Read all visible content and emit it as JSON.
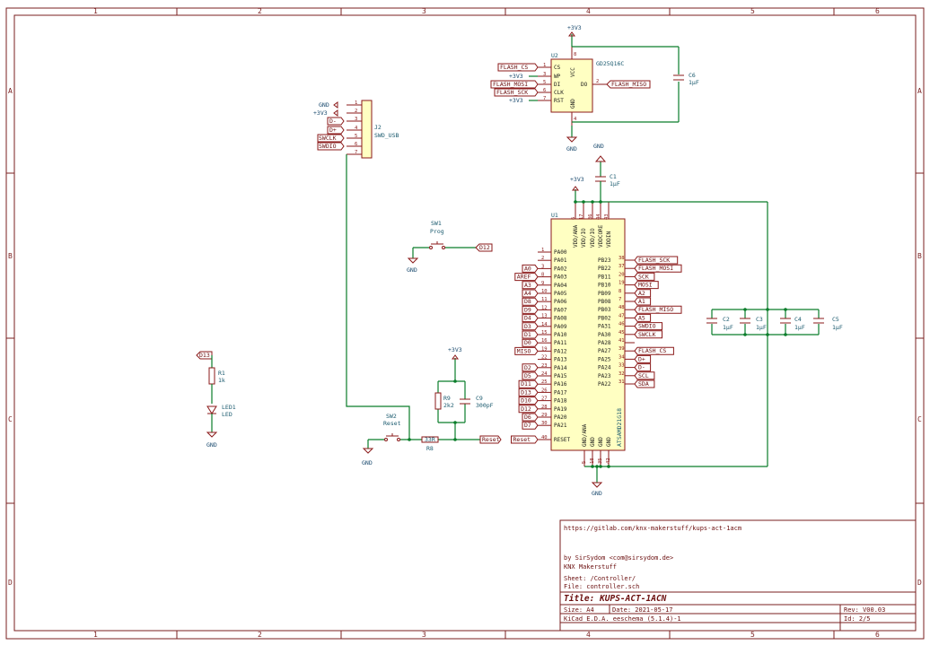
{
  "border": {
    "columns": [
      "1",
      "2",
      "3",
      "4",
      "5",
      "6"
    ],
    "rows": [
      "A",
      "B",
      "C",
      "D"
    ]
  },
  "title_block": {
    "url": "https://gitlab.com/knx-makerstuff/kups-act-1acm",
    "author": "by SirSydom <com@sirsydom.de>",
    "org": "KNX Makerstuff",
    "sheet": "Sheet: /Controller/",
    "file": "File: controller.sch",
    "title": "Title: KUPS-ACT-1ACN",
    "size": "Size: A4",
    "date": "Date: 2021-05-17",
    "rev": "Rev: V00.03",
    "tool": "KiCad E.D.A.  eeschema (5.1.4)-1",
    "id": "Id: 2/5"
  },
  "u2": {
    "ref": "U2",
    "value": "GD25Q16C",
    "pins_left": [
      {
        "num": "1",
        "name": "CS",
        "net": "FLASH_CS"
      },
      {
        "num": "3",
        "name": "WP",
        "net": "+3V3"
      },
      {
        "num": "5",
        "name": "DI",
        "net": "FLASH_MOSI"
      },
      {
        "num": "6",
        "name": "CLK",
        "net": "FLASH_SCK"
      },
      {
        "num": "7",
        "name": "RST",
        "net": "+3V3"
      }
    ],
    "pin_vcc": {
      "num": "8",
      "name": "VCC"
    },
    "pin_do": {
      "num": "2",
      "name": "DO",
      "net": "FLASH_MISO"
    },
    "pin_gnd": {
      "num": "4",
      "name": "GND"
    }
  },
  "c6": {
    "ref": "C6",
    "value": "1µF"
  },
  "c1": {
    "ref": "C1",
    "value": "1µF"
  },
  "c2": {
    "ref": "C2",
    "value": "1µF"
  },
  "c3": {
    "ref": "C3",
    "value": "1µF"
  },
  "c4": {
    "ref": "C4",
    "value": "1µF"
  },
  "c5": {
    "ref": "C5",
    "value": "1µF"
  },
  "c9": {
    "ref": "C9",
    "value": "300pF"
  },
  "r9": {
    "ref": "R9",
    "value": "2k2"
  },
  "r8": {
    "ref": "R8",
    "value": "33R"
  },
  "r1": {
    "ref": "R1",
    "value": "1k"
  },
  "led1": {
    "ref": "LED1",
    "value": "LED",
    "net": "D13"
  },
  "sw1": {
    "ref": "SW1",
    "value": "Prog",
    "net": "D12"
  },
  "sw2": {
    "ref": "SW2",
    "value": "Reset"
  },
  "j2": {
    "ref": "J2",
    "value": "SWD_USB",
    "pins": [
      {
        "num": "1",
        "net": "GND"
      },
      {
        "num": "2",
        "net": "+3V3"
      },
      {
        "num": "3",
        "net": "D-"
      },
      {
        "num": "4",
        "net": "D+"
      },
      {
        "num": "5",
        "net": "SWCLK"
      },
      {
        "num": "6",
        "net": "SWDIO"
      },
      {
        "num": "7",
        "net": ""
      }
    ]
  },
  "power": {
    "vcc": "+3V3",
    "gnd": "GND"
  },
  "reset_label": "Reset",
  "u1": {
    "ref": "U1",
    "value": "ATSAMD21G18",
    "top_pins": [
      {
        "num": "6",
        "name": "VDD/ANA"
      },
      {
        "num": "17",
        "name": "VDD/IO"
      },
      {
        "num": "36",
        "name": "VDD/IO"
      },
      {
        "num": "44",
        "name": "VDDCORE"
      },
      {
        "num": "43",
        "name": "VDDIN"
      }
    ],
    "bottom_pins": [
      {
        "num": "5",
        "name": "GND/ANA"
      },
      {
        "num": "18",
        "name": "GND"
      },
      {
        "num": "35",
        "name": "GND"
      },
      {
        "num": "42",
        "name": "GND"
      }
    ],
    "left_pins": [
      {
        "num": "1",
        "name": "PA00",
        "net": ""
      },
      {
        "num": "2",
        "name": "PA01",
        "net": ""
      },
      {
        "num": "3",
        "name": "PA02",
        "net": "A0"
      },
      {
        "num": "8",
        "name": "PA03",
        "net": "AREF"
      },
      {
        "num": "9",
        "name": "PA04",
        "net": "A3"
      },
      {
        "num": "10",
        "name": "PA05",
        "net": "A4"
      },
      {
        "num": "11",
        "name": "PA06",
        "net": "D8"
      },
      {
        "num": "12",
        "name": "PA07",
        "net": "D9"
      },
      {
        "num": "13",
        "name": "PA08",
        "net": "D4"
      },
      {
        "num": "14",
        "name": "PA09",
        "net": "D3"
      },
      {
        "num": "15",
        "name": "PA10",
        "net": "D1"
      },
      {
        "num": "16",
        "name": "PA11",
        "net": "D0"
      },
      {
        "num": "19",
        "name": "PA12",
        "net": "MISO"
      },
      {
        "num": "22",
        "name": "PA13",
        "net": ""
      },
      {
        "num": "23",
        "name": "PA14",
        "net": "D2"
      },
      {
        "num": "24",
        "name": "PA15",
        "net": "D5"
      },
      {
        "num": "25",
        "name": "PA16",
        "net": "D11"
      },
      {
        "num": "26",
        "name": "PA17",
        "net": "D13"
      },
      {
        "num": "27",
        "name": "PA18",
        "net": "D10"
      },
      {
        "num": "28",
        "name": "PA19",
        "net": "D12"
      },
      {
        "num": "29",
        "name": "PA20",
        "net": "D6"
      },
      {
        "num": "30",
        "name": "PA21",
        "net": "D7"
      },
      {
        "num": "40",
        "name": "RESET",
        "net": "Reset"
      }
    ],
    "right_pins": [
      {
        "num": "38",
        "name": "PB23",
        "net": "FLASH_SCK"
      },
      {
        "num": "37",
        "name": "PB22",
        "net": "FLASH_MOSI"
      },
      {
        "num": "20",
        "name": "PB11",
        "net": "SCK"
      },
      {
        "num": "19",
        "name": "PB10",
        "net": "MOSI"
      },
      {
        "num": "8",
        "name": "PB09",
        "net": "A2"
      },
      {
        "num": "7",
        "name": "PB08",
        "net": "A1"
      },
      {
        "num": "48",
        "name": "PB03",
        "net": "FLASH_MISO"
      },
      {
        "num": "47",
        "name": "PB02",
        "net": "A5"
      },
      {
        "num": "46",
        "name": "PA31",
        "net": "SWDIO"
      },
      {
        "num": "45",
        "name": "PA30",
        "net": "SWCLK"
      },
      {
        "num": "41",
        "name": "PA28",
        "net": ""
      },
      {
        "num": "39",
        "name": "PA27",
        "net": "FLASH_CS"
      },
      {
        "num": "34",
        "name": "PA25",
        "net": "D+"
      },
      {
        "num": "33",
        "name": "PA24",
        "net": "D-"
      },
      {
        "num": "32",
        "name": "PA23",
        "net": "SCL"
      },
      {
        "num": "31",
        "name": "PA22",
        "net": "SDA"
      }
    ]
  }
}
